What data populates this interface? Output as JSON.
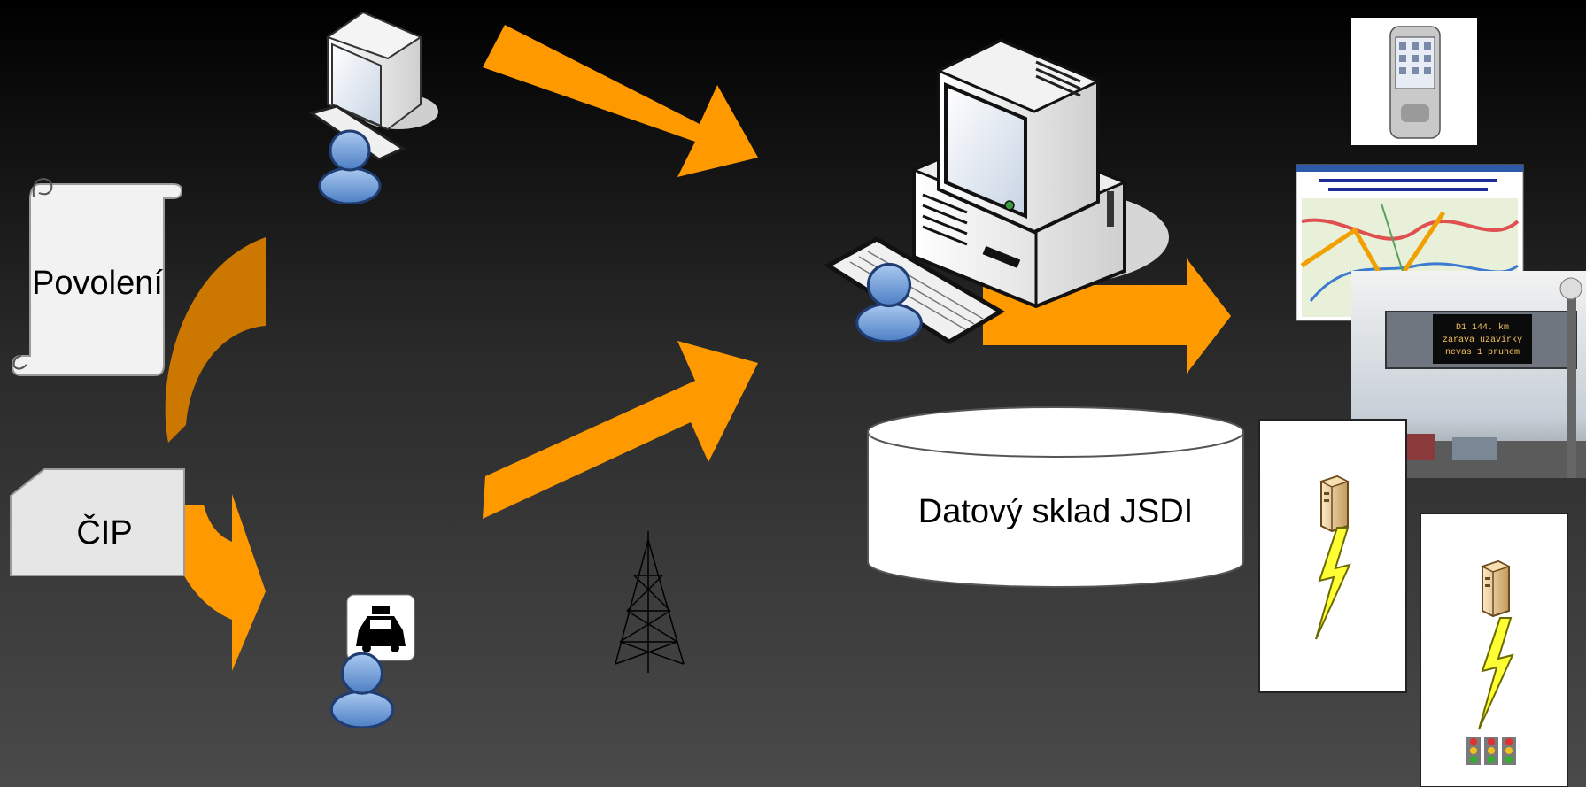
{
  "nodes": {
    "permit": {
      "label": "Povolení"
    },
    "cip": {
      "label": "ČIP"
    },
    "warehouse": {
      "label": "Datový sklad JSDI"
    }
  },
  "vms_sign": {
    "lines": [
      "D1 144. km",
      "zarava uzavirky",
      "nevas 1 pruhem"
    ]
  },
  "colors": {
    "arrow": "#ff9900",
    "arrow_dark": "#cc7700",
    "background_top": "#000000",
    "background_bottom": "#4a4a4a"
  },
  "icons": [
    "computer-icon",
    "user-icon",
    "taxi-icon",
    "radio-tower-icon",
    "pda-icon",
    "map-thumbnail",
    "vms-sign-photo",
    "server-icon",
    "lightning-icon",
    "traffic-light-icon"
  ]
}
